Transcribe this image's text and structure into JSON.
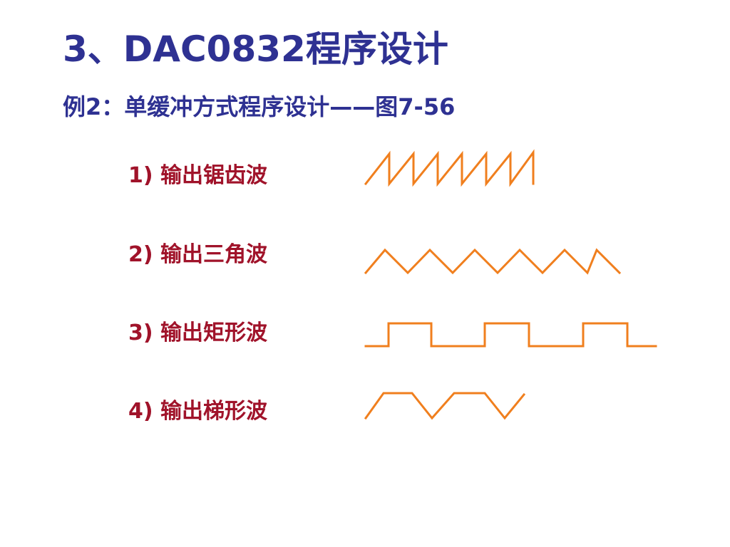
{
  "slide": {
    "title": "3、DAC0832程序设计",
    "subtitle": "例2：单缓冲方式程序设计——图7-56"
  },
  "items": [
    {
      "label": "1) 输出锯齿波",
      "wave": "sawtooth"
    },
    {
      "label": "2) 输出三角波",
      "wave": "triangle"
    },
    {
      "label": "3) 输出矩形波",
      "wave": "rectangle"
    },
    {
      "label": "4) 输出梯形波",
      "wave": "trapezoid"
    }
  ],
  "colors": {
    "title": "#2E3192",
    "label": "#A0132A",
    "wave": "#F07F1E"
  }
}
